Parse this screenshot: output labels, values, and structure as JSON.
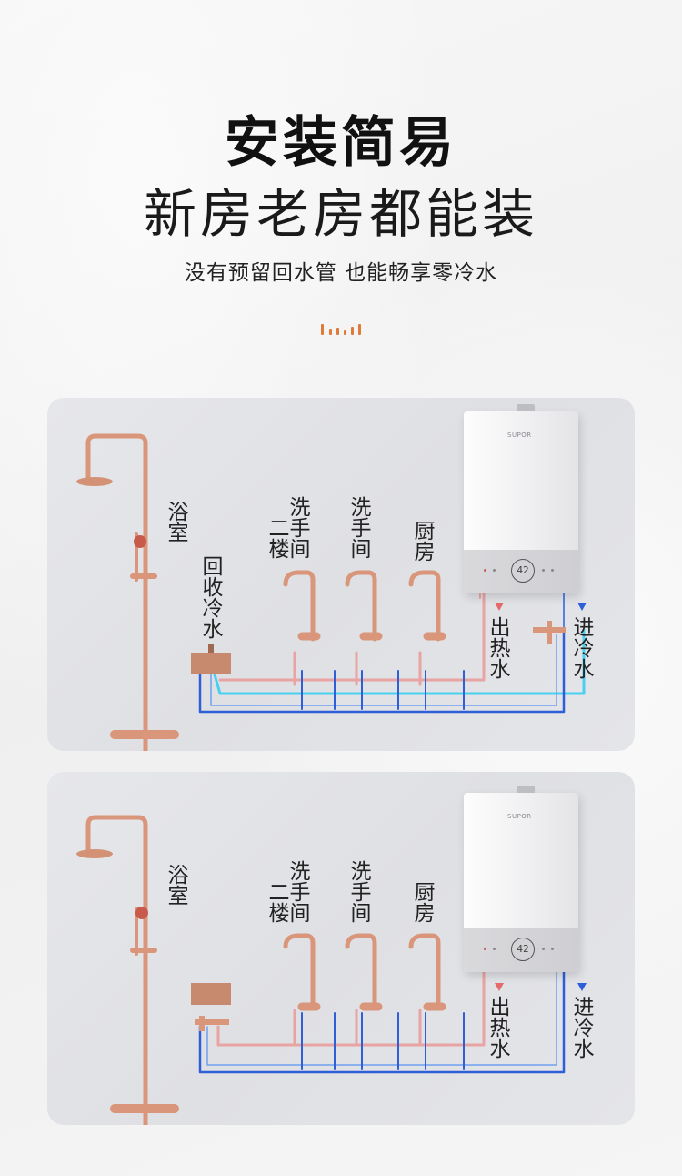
{
  "header": {
    "title": "安装简易",
    "subtitle": "新房老房都能装",
    "tagline": "没有预留回水管 也能畅享零冷水"
  },
  "panel1": {
    "bathroom": "浴室",
    "recycle": "回收冷水",
    "floor2_wash": "洗手间",
    "floor2_prefix": "二楼",
    "wash": "洗手间",
    "kitchen": "厨房",
    "hot_out": "出热水",
    "cold_in": "进冷水",
    "brand": "SUPOR",
    "display": "42"
  },
  "panel2": {
    "bathroom": "浴室",
    "floor2_wash": "洗手间",
    "floor2_prefix": "二楼",
    "wash": "洗手间",
    "kitchen": "厨房",
    "hot_out": "出热水",
    "cold_in": "进冷水",
    "brand": "SUPOR",
    "display": "42"
  },
  "colors": {
    "accent": "#e07a3a",
    "copper": "#d9967a",
    "cold_pipe": "#2f5fd8",
    "cyan_pipe": "#49d0f0",
    "hot_pipe": "#e8a3a3"
  }
}
